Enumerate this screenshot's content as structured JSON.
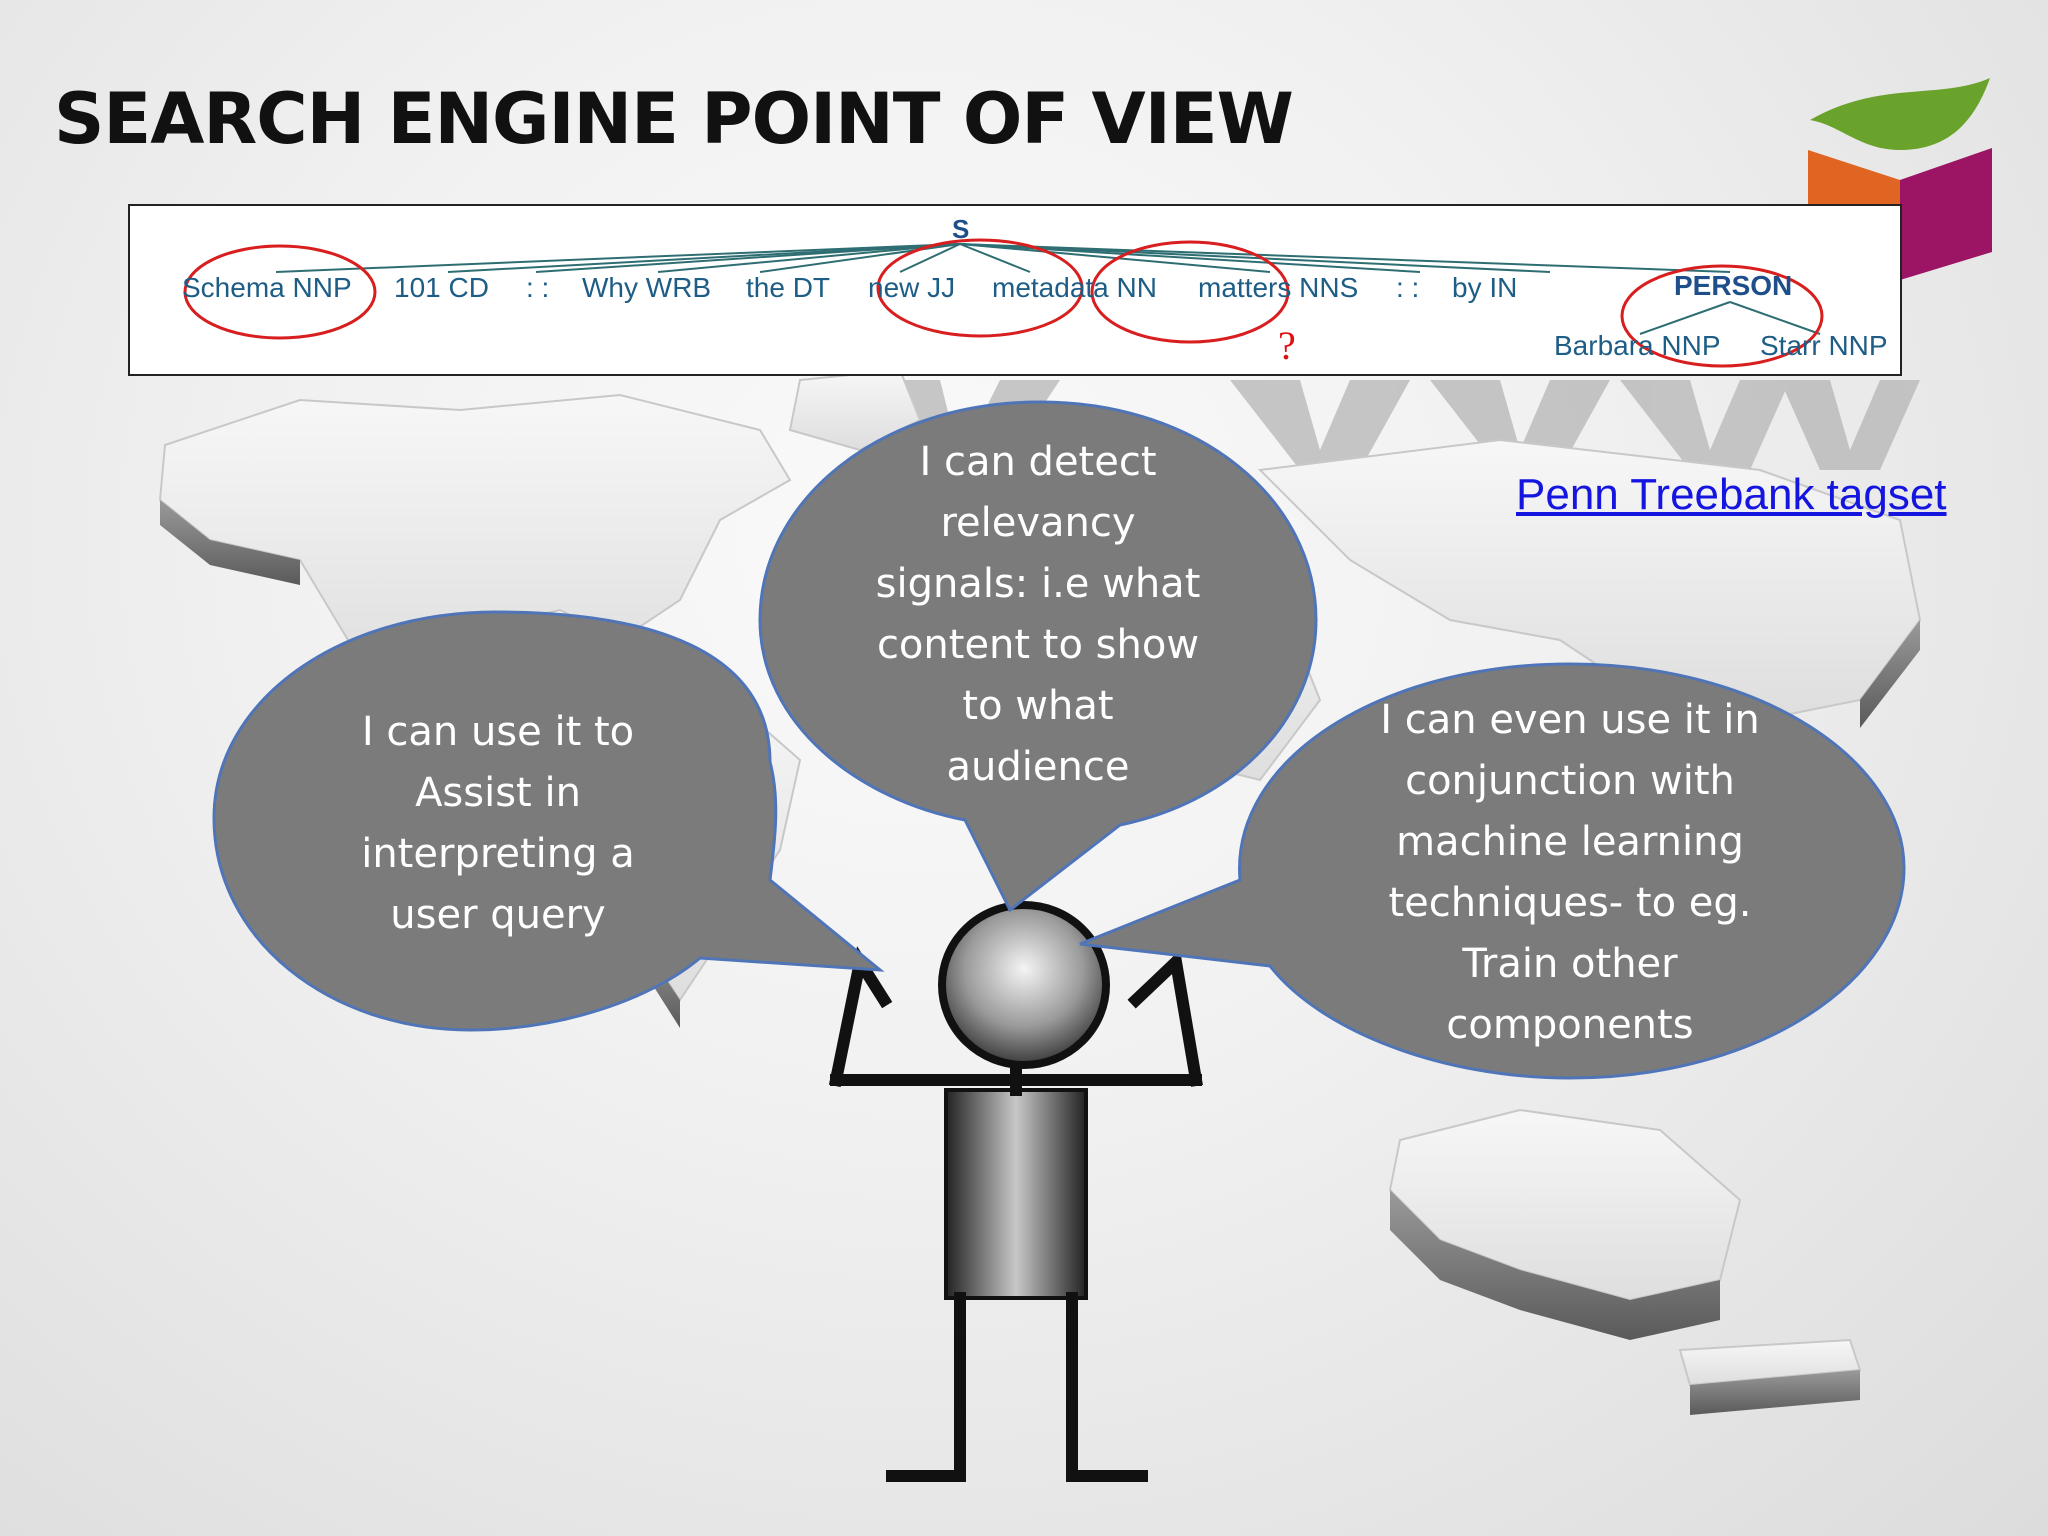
{
  "title": "SEARCH ENGINE POINT OF VIEW",
  "parse_tree": {
    "root": "S",
    "tokens": [
      "Schema NNP",
      "101 CD",
      ": :",
      "Why WRB",
      "the DT",
      "new JJ",
      "metadata NN",
      "matters NNS",
      ": :",
      "by IN"
    ],
    "entity": {
      "label": "PERSON",
      "children": [
        "Barbara NNP",
        "Starr NNP"
      ]
    },
    "question_mark": "?"
  },
  "link": {
    "label": "Penn Treebank tagset"
  },
  "bubbles": {
    "left": [
      "I can use it to",
      "Assist in",
      "interpreting a",
      "user query"
    ],
    "top": [
      "I can detect",
      "relevancy",
      "signals:  i.e what",
      "content to show",
      "to what",
      "audience"
    ],
    "right": [
      "I can even use it in",
      "conjunction with",
      "machine learning",
      "techniques- to eg.",
      "Train other",
      "components"
    ]
  },
  "colors": {
    "bubble_fill": "#7b7b7b",
    "bubble_stroke": "#4f75b8",
    "circle_annotation": "#d81e1e",
    "tree_text": "#1e5d85",
    "link": "#1515e0",
    "logo_green": "#6aa32c",
    "logo_orange": "#e06422",
    "logo_magenta": "#9c1464"
  }
}
